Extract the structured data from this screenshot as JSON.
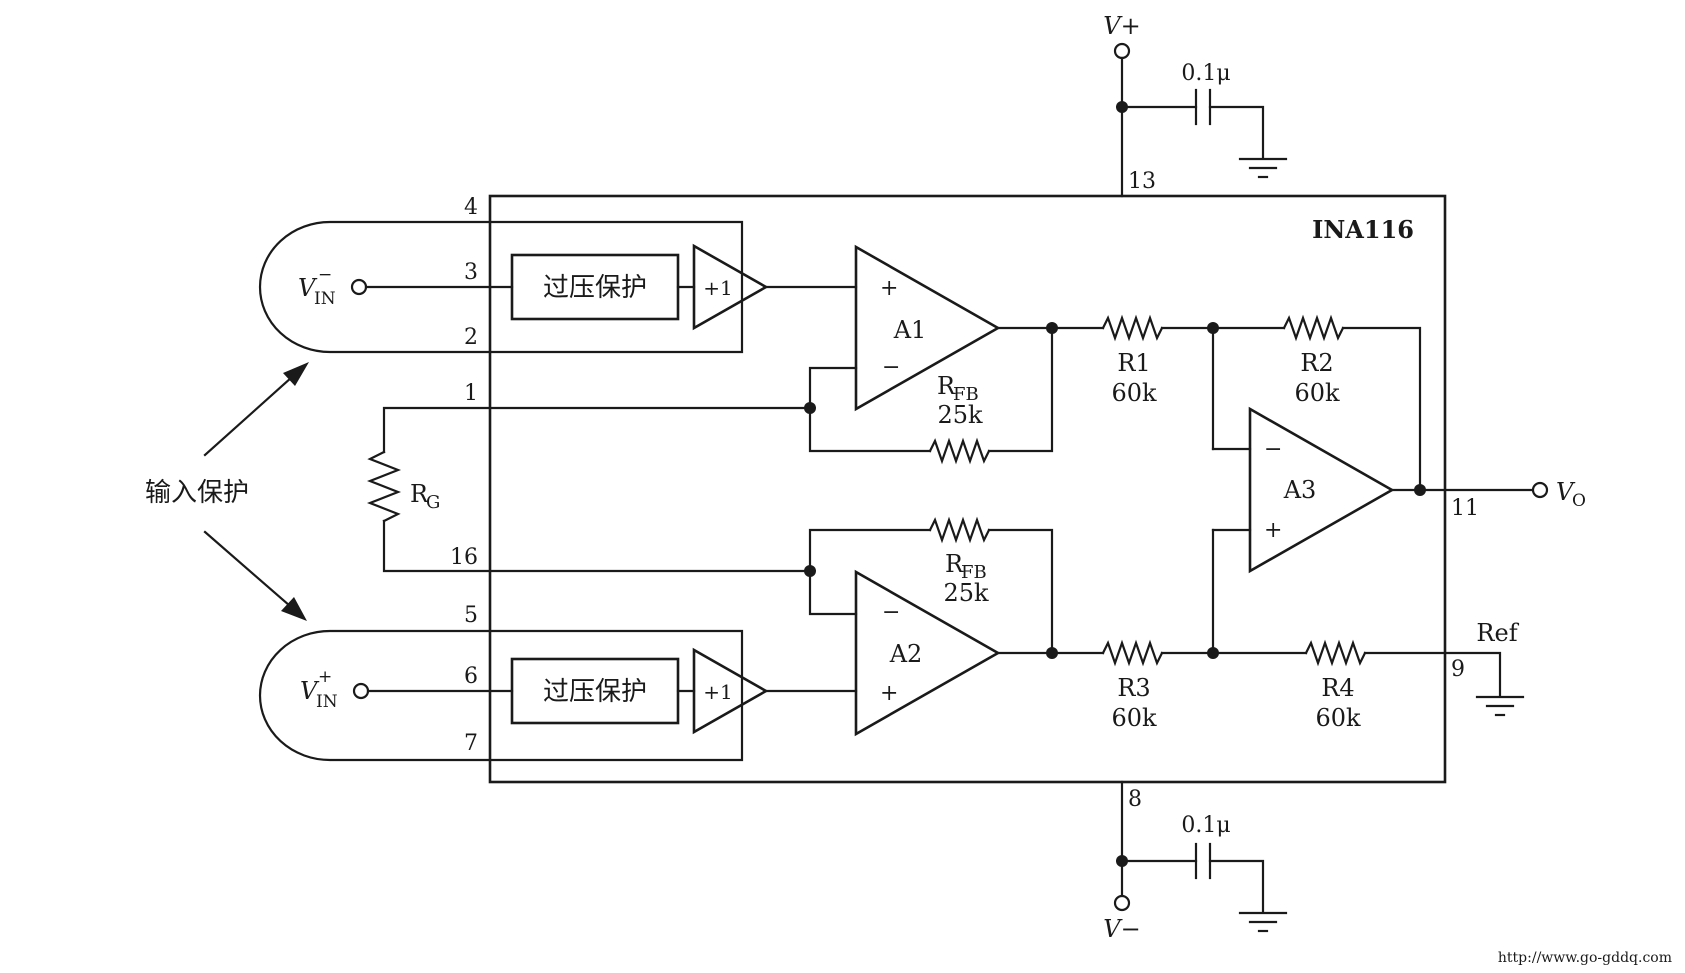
{
  "chip": {
    "name": "INA116"
  },
  "supply": {
    "vplus": "V+",
    "vminus": "V−",
    "cap_top": "0.1μ",
    "cap_bottom": "0.1μ"
  },
  "pins": {
    "p1": "1",
    "p2": "2",
    "p3": "3",
    "p4": "4",
    "p5": "5",
    "p6": "6",
    "p7": "7",
    "p8": "8",
    "p9": "9",
    "p11": "11",
    "p13": "13",
    "p16": "16"
  },
  "inputs": {
    "vin_minus": {
      "main": "V",
      "sub": "IN",
      "sup": "−"
    },
    "vin_plus": {
      "main": "V",
      "sub": "IN",
      "sup": "+"
    }
  },
  "protection": {
    "block_top": "过压保护",
    "block_bottom": "过压保护",
    "buffer_top": "+1",
    "buffer_bottom": "+1",
    "input_protect": "输入保护"
  },
  "rg": {
    "main": "R",
    "sub": "G"
  },
  "amps": {
    "a1": {
      "name": "A1",
      "plus": "+",
      "minus": "−"
    },
    "a2": {
      "name": "A2",
      "plus": "+",
      "minus": "−"
    },
    "a3": {
      "name": "A3",
      "plus": "+",
      "minus": "−"
    }
  },
  "resistors": {
    "rfb_top": {
      "main": "R",
      "sub": "FB",
      "value": "25k"
    },
    "rfb_bottom": {
      "main": "R",
      "sub": "FB",
      "value": "25k"
    },
    "r1": {
      "name": "R1",
      "value": "60k"
    },
    "r2": {
      "name": "R2",
      "value": "60k"
    },
    "r3": {
      "name": "R3",
      "value": "60k"
    },
    "r4": {
      "name": "R4",
      "value": "60k"
    }
  },
  "output": {
    "main": "V",
    "sub": "O"
  },
  "ref": {
    "label": "Ref"
  },
  "watermark": "http://www.go-gddq.com"
}
